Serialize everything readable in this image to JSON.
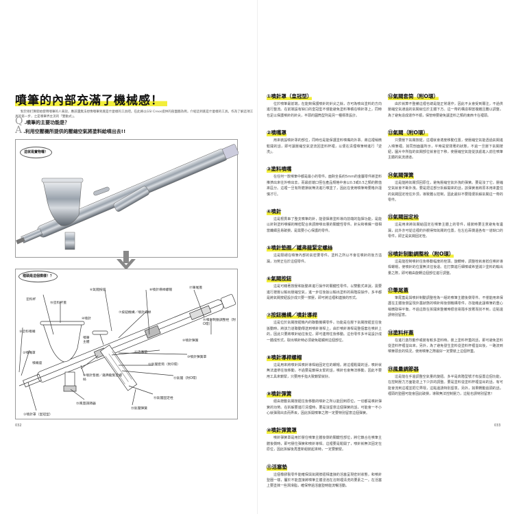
{
  "left_page": {
    "title": "噴筆的內部充滿了機械感！",
    "intro": "對於剛打算開始使用噴筆的人來說，應該還無法想像噴筆到底是什麼樣的工具吧。在此將以GSI Creos提供的剖面圖為例，介紹這到底是什麼樣的工具，作為了解這項工具的第一步，之是噴筆界主流的「雙動式」。",
    "q_mark": "Q",
    "question": "噴筆的主要功能是？",
    "a_mark": "A",
    "answer": "利用空壓機所提供的壓縮空氣將塗料給噴出去!!",
    "photo_bubble": "這就是實物囉！",
    "diagram_bubble": "裡頭是這個模樣！？",
    "labels": {
      "cup": "塗料杯",
      "l18": "⑱塗料杯蓋",
      "l6": "⑥氣閥按鈕",
      "l7": "⑦按鈕機構／噴針導桿",
      "l4": "④噴針",
      "l3": "③塗料噴嘴",
      "body": "噴筆主體",
      "l2": "②噴嘴罩",
      "seat": "噴嘴座",
      "l5": "⑤噴針墊圈／鐵弗龍緊定螺絲",
      "l19": "⑲風量調節器",
      "l1": "①噴針罩（皇冠型）",
      "l8": "⑧噴針導桿螺帽",
      "l17": "⑰筆尾蓋",
      "l16": "⑯噴針制動調整栓（附O環）",
      "l9": "⑨噴針彈簧",
      "l11": "⑪活塞墊",
      "l10": "⑩噴針彈簧罩",
      "l12": "⑫氣閥套筒（附O環）",
      "l13": "⑬氣閥（附O環）",
      "l15": "⑮氣閥固定栓",
      "l14": "⑭氣閥彈簧"
    },
    "page_number": "032"
  },
  "right_page": {
    "page_number": "033",
    "col1": [
      {
        "h": "①噴針罩（皇冠型）",
        "t": "位於噴筆最前端，在能夠保護噴針的針尖之餘，亦可為噴出塗料的方向進行整流。在前端設有缺口的皇冠型不僅能避免塗料堆積在噴針罩上，同時也足以保護噴針的針尖，平頭的圓筒型則是另一種標準設計。"
      },
      {
        "h": "②噴嘴罩",
        "t": "用來裝設噴針罩的部位，同時也是能保護塗料噴嘴的外罩。將這裡稍微鬆開的話，即可讓壓縮空氣逆流回塗料杯裡，以便在清理噴筆時進行「逆洗」。"
      },
      {
        "h": "③塗料噴嘴",
        "t": "在任何一款噴筆中都是最小的零件。面對全長約5mm的金屬零件將塗料推擠出來往外噴出去，而最前端口徑在產品規格中會以0.3或0.5之類的數值來區分。這裡一旦有所磨損就無法進行噴塗了，因此在使用噴筆時要格外謹慎才行。"
      },
      {
        "h": "④噴針",
        "t": "這是根貫串了整支噴筆的針，能發揮將塗料導向前端的指揮功能，是能以針對塗料噴嘴的精密配合來調節噴出量的關鍵性零件。針尖和噴嘴一樣相當纖細且易破損，是需要小心保護的零件。"
      },
      {
        "h": "⑤噴針墊圈／鐵弗龍緊定螺絲",
        "t": "這是隔絕在噴筆內部的氣密要零件。塗料之所以不會往噴針的後方溢漏，功勞正在於這個零件。"
      },
      {
        "h": "⑥氣閥按鈕",
        "t": "這是可藉著按壓和扳動來進行操作的關鍵性零件。以雙動式來說，需要進行按壓以輸出壓縮空氣，進一步往後扳以輸出塗料的兩階段操作。多半都是將氣閥按鈕設計成只要一按壓，即可將這裡和連接的形式。"
      },
      {
        "h": "⑦按鈕機構／噴針導桿",
        "t": "這是位於氣閥按鈕機內的聯動機構零件。功能是在壓下氣閥按鈕並往後扳動時，將該力道聯動傳送到噴針導桿上，由於噴針導桿是整個套在噴針上的，因此只要將噴針給往後拉，即可連帶往後移動。這份零件多半是設計成一體成形式，取出噴針時必須避免碰觸到這個部位。"
      },
      {
        "h": "⑧噴針導桿螺帽",
        "t": "這是用來將噴針與噴針導桿給固定住的螺帽。將這裡鬆開的話，噴針就無法連帶往後移動，不過要是鎖得太緊的話，噴針也會無法移動，因此不要用工具來鎖緊，只要用手指大致鎖緊就好。"
      },
      {
        "h": "⑨噴針彈簧",
        "t": "經由按動氣閥按鈕往後移動的噴針之所以能回到原位，一切都是噴針彈簧的功勞。在拆解要進行清理時，要是沒留意這個彈簧的話，可能會一不小心就彈飛出去而弄丟，因此拆開噴筆之際一定要特別留意這個彈簧。"
      },
      {
        "h": "⑩噴針彈簧罩",
        "t": "噴針彈簧罩是用於壓住噴筆主體後側的關鍵性部位，將它鎖合在噴筆主體後側時，即可壓住彈簧和噴針導桿。這裡要是鬆開了，噴針就無法固定在原位，因此拆解後再重新組裝起來時，一定要鎖緊。"
      },
      {
        "h": "⑪活塞墊",
        "t": "這個橡膠製零件能確保與氣閥按鈕相連接的活塞呈現密封狀態，和噴針墊圈一樣，屬於不能直接將噴筆主體浸泡在溶劑裡清洗的要素之一。在活塞上要塗抹一些潤滑脂，確保穿過活塞墊時能流暢活動。"
      }
    ],
    "col2": [
      {
        "h": "⑫氣閥套筒（附O環）",
        "t": "由於就算不整備這裡也總是能正常運作，因此不太會受到關注，不過供壓縮空氣通過的氣閥就位於主體下方。這一帶的構造相當複雜且難以調整，為了避免造成運作不順，保管時要避免讓塗料之類的東西卡在裡頭。"
      },
      {
        "h": "⑬氣閥（附O環）",
        "t": "只要壓下氣閥按鈕，這裡就會適度移動位置，使壓縮空氣能透過氣閥進入噴筆裡。如同剖面圖所示，平時是緊閉著的狀態，不過一旦壓下氣閥按鈕，圖片中所指的氣閥部位就會往下移，使壓縮空氣能從該處進入前往噴筆主體的氣流通道。"
      },
      {
        "h": "⑭氣閥彈簧",
        "t": "這是能將氣閥頂回原位，避免壓縮空氣外洩的彈簧。要是沒了它，壓縮空氣就會不斷外洩。要是把這部分拆解開來的話，該彈簧會將原本用來蓋住的氣閥固定栓往外頂，導致難以控制，因此最好不要隨便拆解氣閥這一帶的零件。"
      },
      {
        "h": "⑮氣閥固定栓",
        "t": "這是用來將氣閥給固定在噴筆主體上的零件，組裝時要注意避免有遺漏，此外亦可從這裡的外觀得知氣閥的位置。在左右兩側還各有一道缺口的零件，即正是氣閥固定栓。"
      },
      {
        "h": "⑯噴針制動調整栓（附O環）",
        "t": "這是能控制噴針往後移動幅度的栓頭。旋轉時，調整栓就會抵住噴針導桿螺帽，使噴針的位置無法往後退。在打算進行細噴或希望減少塗料的輸出量之際，即可藉由旋轉這個部位進行調整。"
      },
      {
        "h": "⑰筆尾蓋",
        "t": "筆尾蓋是與噴針制動調整栓為一組的噴筆主體後側零件。不僅能用來保護在主體後側呈現外露狀態的噴針和後側機構零件，亦能藉此讓噴筆的重心稍微取得平衡。不過這款在拆開來整備時很容易隨手放著而找不到，這點還請特別留意。"
      },
      {
        "h": "⑱塗料杯蓋",
        "t": "在進行激烈動作或裝有較多塗料時，裝上塗料杯蓋的話，即可避免塗料從塗料杯裡溢出來。另外，為了避免發生塗料從塗料杯裡溢出後，一路流到噴筆頭去的情況，使用噴筆之際最好一定要裝上這個杯蓋。"
      },
      {
        "h": "⑲風量調節器",
        "t": "這是能在手邊調整空氣量的旋鈕。多半是高階型號才有設置這個功能，在控制壓力方面能達上下少許的調整。要是塗料從塗料杯裡溢出的話，有可能會流到這裡並把它弄壞，這點還請特別留意。另外，如果轉動過頭的話，裡頭的墊圈可能會因此破損，導致無法控制壓力，這點也請特別留意！"
      }
    ]
  },
  "colors": {
    "highlight": "#f2ee3a",
    "arrow": "#888888"
  }
}
